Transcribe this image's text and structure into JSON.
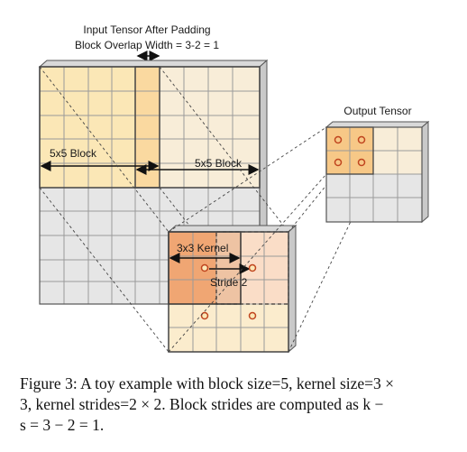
{
  "labels": {
    "input_title": "Input Tensor After Padding",
    "overlap_label": "Block Overlap Width = 3-2 = 1",
    "output_title": "Output Tensor",
    "block_left": "5x5 Block",
    "block_right": "5x5 Block",
    "kernel": "3x3 Kernel",
    "stride": "Stride 2"
  },
  "caption": {
    "line1": "Figure 3: A toy example with block size=5, kernel size=3 ×",
    "line2": "3, kernel strides=2 × 2. Block strides are computed as k −",
    "line3": "s = 3 − 2 = 1."
  },
  "colors": {
    "block_left": "#fbe7b6",
    "block_right": "#f8edd8",
    "grid_bottom": "#e6e6e6",
    "kernel_fill": "#f0a673",
    "kernel_light": "#f9dcc7",
    "zoom_light": "#fbeccd",
    "output_cell": "#f7c887",
    "dot_stroke": "#c0451f",
    "line": "#404040"
  }
}
